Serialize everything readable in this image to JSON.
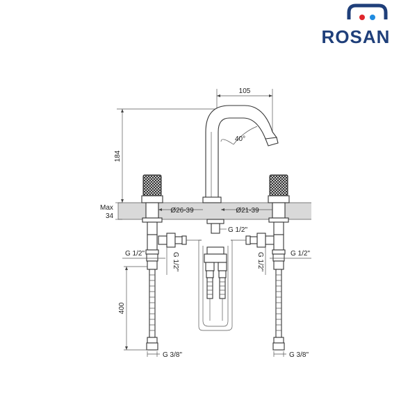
{
  "brand": {
    "name": "ROSAN",
    "colors": {
      "wordmark": "#1f3f7a",
      "red_dot": "#e0262b",
      "blue_dot": "#1f8be0"
    }
  },
  "drawing": {
    "dimensions": {
      "spout_reach": "105",
      "height": "184",
      "angle": "40°",
      "deck_label_1": "Max",
      "deck_label_2": "34",
      "hole_left": "Ø26-39",
      "hole_right": "Ø21-39",
      "center_thread": "G 1/2\"",
      "left_outlet": "G 1/2\"",
      "left_valve_thread": "G 1/2\"",
      "right_valve_thread": "G 1/2\"",
      "right_outlet": "G 1/2\"",
      "hose_length": "400",
      "left_inlet": "G 3/8\"",
      "right_inlet": "G 3/8\""
    },
    "colors": {
      "line": "#333333",
      "deck": "#d9d9d9",
      "knurl": "#2a2a2a"
    }
  }
}
